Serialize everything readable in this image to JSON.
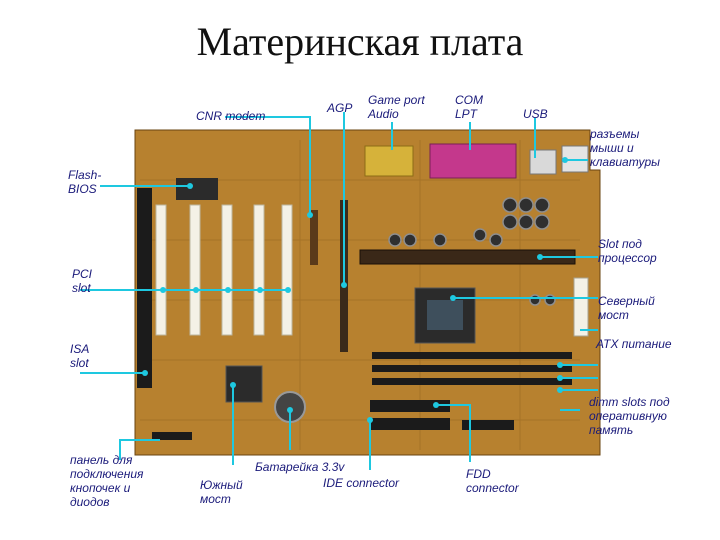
{
  "title": "Материнская плата",
  "labels": {
    "cnr_modem": "CNR modem",
    "agp": "AGP",
    "game_port": "Game port\n  Audio",
    "com_lpt": "COM\n LPT",
    "usb": "USB",
    "ps2": "разъемы\nмыши и\nклавиатуры",
    "flash_bios": "Flash-\nBIOS",
    "pci_slot": "PCI\nslot",
    "isa_slot": "ISA\nslot",
    "cpu_slot": "Slot под\nпроцессор",
    "north_bridge": "Северный\nмост",
    "atx_power": "ATX питание",
    "dimm_slots": "dimm slots под\nоперативную\nпамять",
    "button_panel": "панель для\nподключения\nкнопочек и\nдиодов",
    "south_bridge": "Южный\nмост",
    "battery": "Батарейка 3.3v",
    "ide": "IDE connector",
    "fdd": "FDD\nconnector"
  },
  "colors": {
    "board": "#b7812f",
    "board_dark": "#8a5a1c",
    "pointer": "#1ec8e0",
    "label": "#1a1a7a",
    "slot_white": "#f4f1e6",
    "slot_black": "#1b1b1b",
    "chip": "#2b2b2b",
    "com_magenta": "#c4388c",
    "game_gold": "#d6b23a"
  }
}
